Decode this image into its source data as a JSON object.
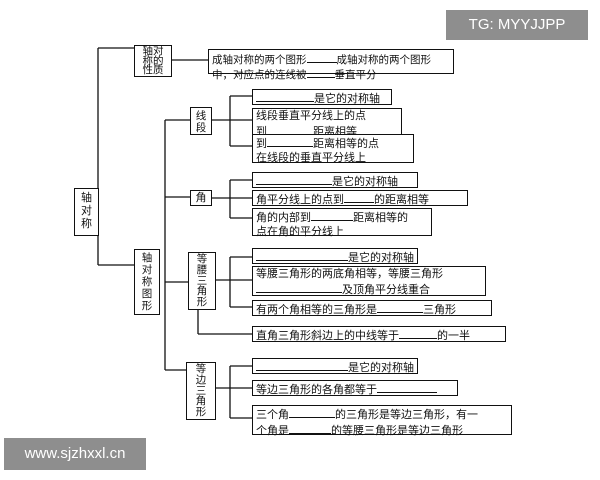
{
  "watermarks": {
    "top": "TG: MYYJJPP",
    "bottom": "www.sjzhxxl.cn"
  },
  "root": "轴\n对\n称",
  "property": {
    "title": "轴对\n称的\n性质",
    "text_before": "成轴对称的两个图形",
    "text_mid": "成轴对称的两个图形中，对应点的连线被",
    "text_after": "垂直平分"
  },
  "figures": {
    "title": "轴\n对\n称\n图\n形",
    "segment": {
      "title": "线\n段",
      "item1_after": "是它的对称轴",
      "item2_l1": "线段垂直平分线上的点",
      "item2_l2a": "到",
      "item2_l2b": "距离相等",
      "item3_l1a": "到",
      "item3_l1b": "距离相等的点",
      "item3_l2": "在线段的垂直平分线上"
    },
    "angle": {
      "title": "角",
      "item1_after": "是它的对称轴",
      "item2_a": "角平分线上的点到",
      "item2_b": "的距离相等",
      "item3_l1a": "角的内部到",
      "item3_l1b": "距离相等的",
      "item3_l2": "点在角的平分线上"
    },
    "isosceles": {
      "title": "等\n腰\n三\n角\n形",
      "item1_after": "是它的对称轴",
      "item2_l1": "等腰三角形的两底角相等，等腰三角形",
      "item2_l2": "及顶角平分线重合",
      "item3_a": "有两个角相等的三角形是",
      "item3_b": "三角形",
      "item4_a": "直角三角形斜边上的中线等于",
      "item4_b": "的一半"
    },
    "equilateral": {
      "title": "等\n边\n三\n角\n形",
      "item1_after": "是它的对称轴",
      "item2": "等边三角形的各角都等于",
      "item3_l1a": "三个角",
      "item3_l1b": "的三角形是等边三角形，有一",
      "item3_l2a": "个角是",
      "item3_l2b": "的等腰三角形是等边三角形"
    }
  }
}
